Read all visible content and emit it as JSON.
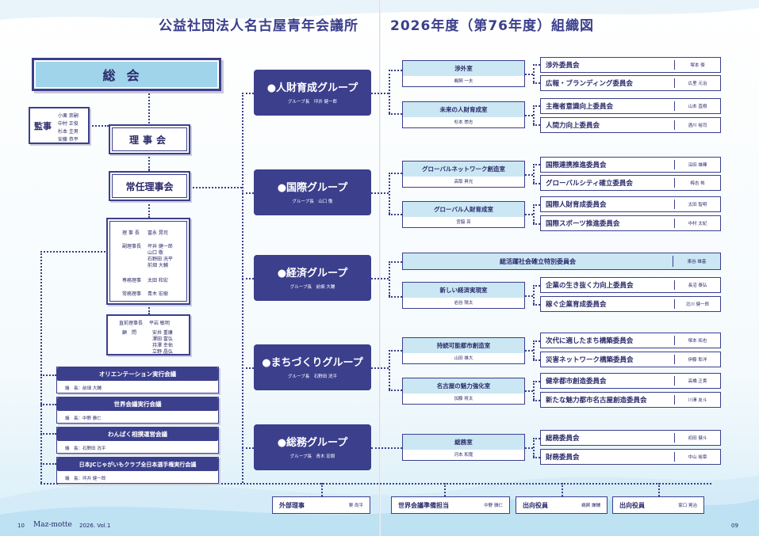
{
  "header": {
    "org": "公益社団法人名古屋青年会議所",
    "chart_title": "2026年度（第76年度）組織図"
  },
  "left": {
    "sokai": "総会",
    "kanji_label": "監事",
    "kanji_members": [
      "小栗 崇嗣",
      "中村 正俊",
      "杉本 圭男",
      "安藤 恭平"
    ],
    "rijikai": "理事会",
    "joninrijikai": "常任理事会",
    "officers": [
      {
        "role": "理 事 長",
        "names": [
          "冨永 晃司"
        ]
      },
      {
        "role": "副理事長",
        "names": [
          "坪井 健一郎",
          "山口 敬",
          "石野田 洸平",
          "前畑 大輔"
        ]
      },
      {
        "role": "専務理事",
        "names": [
          "太田 和宏"
        ]
      },
      {
        "role": "常務理事",
        "names": [
          "青木 宏樹"
        ]
      }
    ],
    "advisors": [
      {
        "role": "直前理事長",
        "names": [
          "平岩 敏明"
        ]
      },
      {
        "role": "顧　問",
        "names": [
          "安井 重康",
          "澤田 富弘",
          "持澤 幸佑",
          "立野 晶弘"
        ]
      }
    ],
    "conferences": [
      {
        "title": "オリエンテーション実行会議",
        "chair": "議　長：前畑 大輔"
      },
      {
        "title": "世界会議実行会議",
        "chair": "議　長：中野 雅仁"
      },
      {
        "title": "わんぱく相撲運営会議",
        "chair": "議　長：石野田 洸平"
      },
      {
        "title": "日本JCじゃがいもクラブ全日本選手権実行会議",
        "chair": "議　長：坪井 健一郎"
      }
    ]
  },
  "groups": [
    {
      "name": "●人財育成グループ",
      "leader": "グループ長　坪井 健一郎"
    },
    {
      "name": "●国際グループ",
      "leader": "グループ長　山口 敬"
    },
    {
      "name": "●経済グループ",
      "leader": "グループ長　前畑 大輔"
    },
    {
      "name": "●まちづくりグループ",
      "leader": "グループ長　石野田 洸平"
    },
    {
      "name": "●総務グループ",
      "leader": "グループ長　青木 宏樹"
    }
  ],
  "offices": [
    {
      "name": "渉外室",
      "head": "鵜飼 一夫"
    },
    {
      "name": "未来の人財育成室",
      "head": "杉本 崇志"
    },
    {
      "name": "グローバルネットワーク創造室",
      "head": "高取 昇光"
    },
    {
      "name": "グローバル人財育成室",
      "head": "宮脇 亮"
    },
    {
      "name": "新しい経済実現室",
      "head": "岩谷 陽太"
    },
    {
      "name": "持続可能都市創造室",
      "head": "山田 雄大"
    },
    {
      "name": "名古屋の魅力強化室",
      "head": "加藤 将太"
    },
    {
      "name": "総務室",
      "head": "河本 和寛"
    }
  ],
  "wide_office": {
    "name": "総活躍社会確立特別委員会",
    "chair": "東谷 雄基"
  },
  "committees": [
    {
      "name": "渉外委員会",
      "chair": "塚本 傑"
    },
    {
      "name": "広報・ブランディング委員会",
      "chair": "広里 元治"
    },
    {
      "name": "主権者意識向上委員会",
      "chair": "山本 直樹"
    },
    {
      "name": "人間力向上委員会",
      "chair": "酒川 裕司"
    },
    {
      "name": "国際連携推進委員会",
      "chair": "深田 雄暉"
    },
    {
      "name": "グローバルシティ確立委員会",
      "chair": "梅吉 祐"
    },
    {
      "name": "国際人財育成委員会",
      "chair": "太田 智明"
    },
    {
      "name": "国際スポーツ推進委員会",
      "chair": "中村 太紀"
    },
    {
      "name": "企業の生き抜く力向上委員会",
      "chair": "長沼 泰弘"
    },
    {
      "name": "稼ぐ企業育成委員会",
      "chair": "北川 健一郎"
    },
    {
      "name": "次代に適したまち構築委員会",
      "chair": "塚本 拓也"
    },
    {
      "name": "災害ネットワーク構築委員会",
      "chair": "伊藤 彰洋"
    },
    {
      "name": "健幸都市創造委員会",
      "chair": "高橋 正貴"
    },
    {
      "name": "新たな魅力都市名古屋創造委員会",
      "chair": "川澤 友斗"
    },
    {
      "name": "総務委員会",
      "chair": "初田 健斗"
    },
    {
      "name": "財務委員会",
      "chair": "中山 裕章"
    }
  ],
  "bottom": [
    {
      "label": "外部理事",
      "name": "栗 尚平"
    },
    {
      "label": "世界会議準備担当",
      "name": "中野 雅仁"
    },
    {
      "label": "出向役員",
      "name": "鵜飼 謙輔"
    },
    {
      "label": "出向役員",
      "name": "家口 晃治"
    }
  ],
  "footer": {
    "page_left": "10",
    "mag": "Maz-motte",
    "issue": "2026. Vol.1",
    "page_right": "09"
  }
}
